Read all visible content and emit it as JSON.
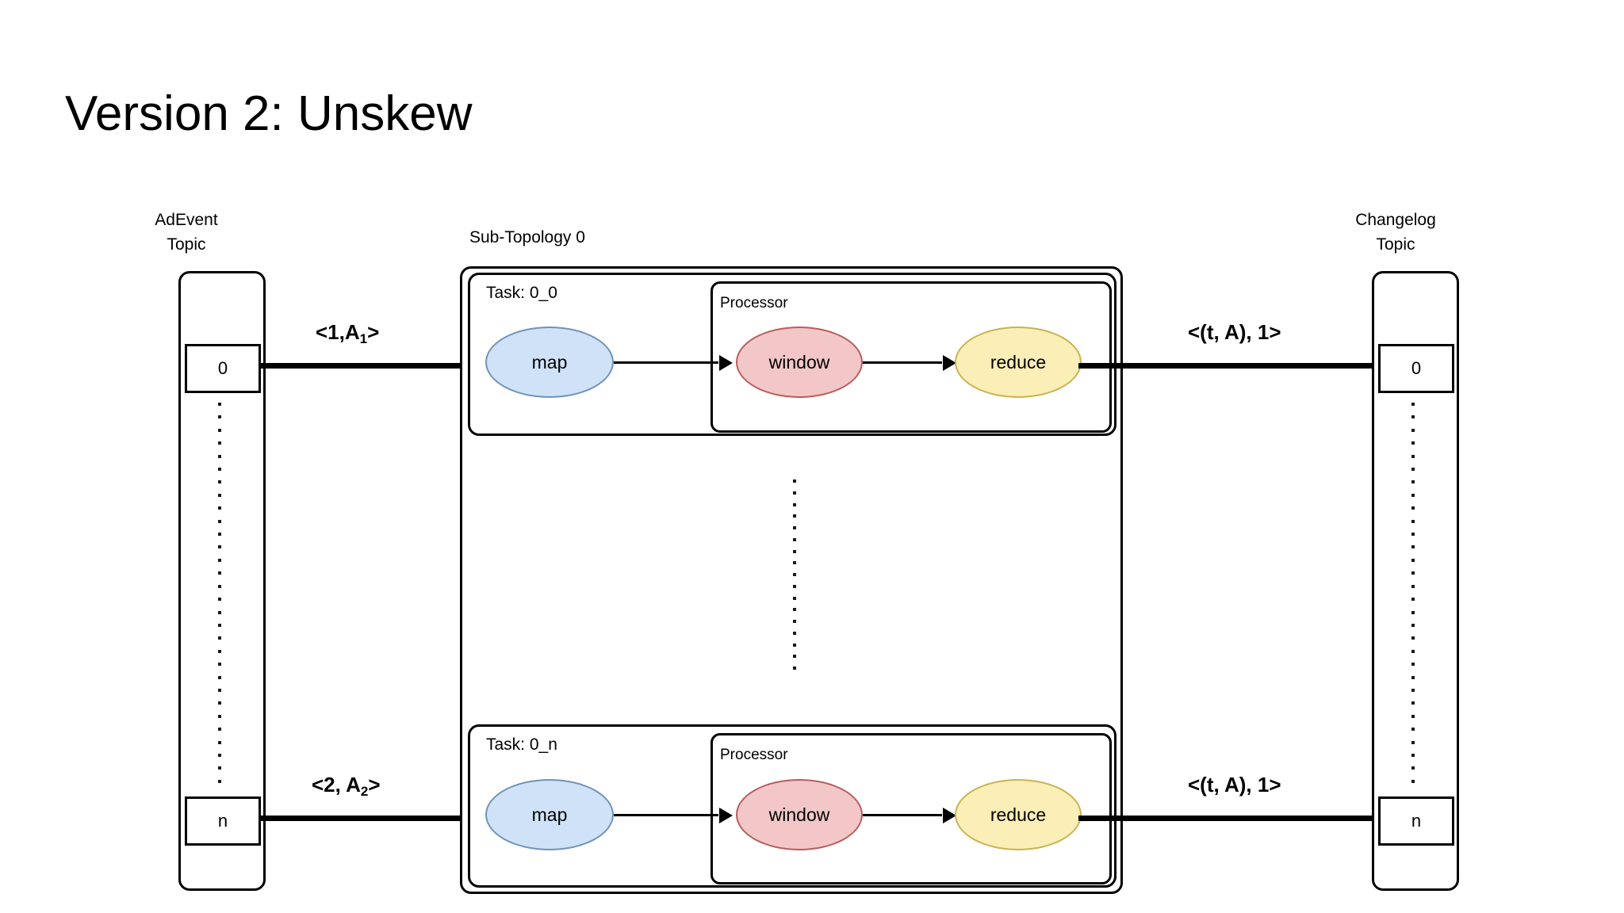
{
  "page": {
    "title": "Version 2: Unskew",
    "background": "#ffffff"
  },
  "colors": {
    "map_fill": "#cfe2f7",
    "map_stroke": "#7093b8",
    "window_fill": "#f3c7c7",
    "window_stroke": "#b85d5d",
    "reduce_fill": "#fbeeb6",
    "reduce_stroke": "#c8b352",
    "line": "#000000"
  },
  "input_topic": {
    "header": "AdEvent\nTopic",
    "partitions": [
      {
        "label": "0"
      },
      {
        "label": "n"
      }
    ],
    "ellipsis": "vertical-dots"
  },
  "output_topic": {
    "header": "Changelog\nTopic",
    "partitions": [
      {
        "label": "0"
      },
      {
        "label": "n"
      }
    ],
    "ellipsis": "vertical-dots"
  },
  "subtopology": {
    "label": "Sub-Topology 0",
    "ellipsis": "vertical-dots",
    "tasks": [
      {
        "label": "Task: 0_0",
        "processor_label": "Processor",
        "nodes": [
          {
            "id": "map",
            "label": "map"
          },
          {
            "id": "window",
            "label": "window"
          },
          {
            "id": "reduce",
            "label": "reduce"
          }
        ]
      },
      {
        "label": "Task: 0_n",
        "processor_label": "Processor",
        "nodes": [
          {
            "id": "map",
            "label": "map"
          },
          {
            "id": "window",
            "label": "window"
          },
          {
            "id": "reduce",
            "label": "reduce"
          }
        ]
      }
    ]
  },
  "edges": {
    "input_top": {
      "key": "<1,A",
      "sub": "1",
      "close": ">"
    },
    "input_bottom": {
      "key": "<2, A",
      "sub": "2",
      "close": ">"
    },
    "output_top": {
      "label": "<(t, A), 1>"
    },
    "output_bottom": {
      "label": "<(t, A), 1>"
    }
  }
}
